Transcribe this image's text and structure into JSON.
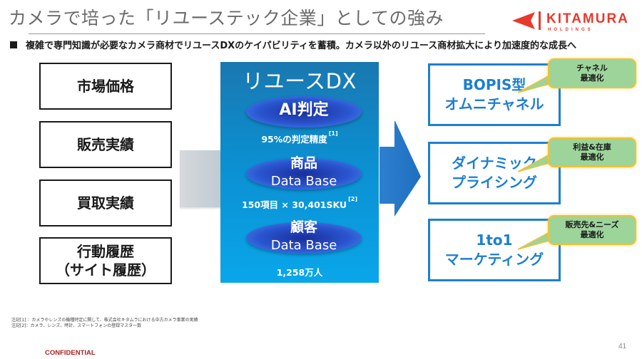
{
  "header": {
    "title": "カメラで培った「リユーステック企業」としての強み",
    "subtitle": "複雑で専門知識が必要なカメラ商材でリユースDXのケイパビリティを蓄積。カメラ以外のリユース商材拡大により加速度的な成長へ",
    "logo": {
      "name": "KITAMURA",
      "sub": "HOLDINGS",
      "color": "#e8392b"
    }
  },
  "inputs": [
    {
      "label": "市場価格"
    },
    {
      "label": "販売実績"
    },
    {
      "label": "買取実績"
    },
    {
      "label": "行動履歴\n（サイト履歴）",
      "line1": "行動履歴",
      "line2": "（サイト履歴）"
    }
  ],
  "dx": {
    "title": "リユースDX",
    "items": [
      {
        "line1": "AI判定",
        "line2": "",
        "note": "95%の判定精度",
        "ref": "[1]"
      },
      {
        "line1": "商品",
        "line2": "Data Base",
        "note": "150項目 × 30,401SKU",
        "ref": "[2]"
      },
      {
        "line1": "顧客",
        "line2": "Data Base",
        "note": "1,258万人",
        "ref": ""
      }
    ]
  },
  "outputs": [
    {
      "line1": "BOPIS型",
      "line2": "オムニチャネル",
      "bubble_line1": "チャネル",
      "bubble_line2": "最適化"
    },
    {
      "line1": "ダイナミック",
      "line2": "プライシング",
      "bubble_line1": "利益&在庫",
      "bubble_line2": "最適化"
    },
    {
      "line1": "1to1",
      "line2": "マーケティング",
      "bubble_line1": "販売先&ニーズ",
      "bubble_line2": "最適化"
    }
  ],
  "footnotes": [
    "注記[1] ：カメラやレンズの機種特定に関して、株式会社キタムラにおける中古カメラ事業の実績",
    "注記[2]：カメラ、レンズ、時計、スマートフォンの登録マスター数"
  ],
  "footer": {
    "confidential": "CONFIDENTIAL",
    "page_number": "41"
  },
  "colors": {
    "accent_blue": "#1d7fd0",
    "dx_panel": "#0b8fd1",
    "bubble_fill": "#9dd49a",
    "bubble_border": "#f1c232",
    "confidential_red": "#b11f1f"
  }
}
